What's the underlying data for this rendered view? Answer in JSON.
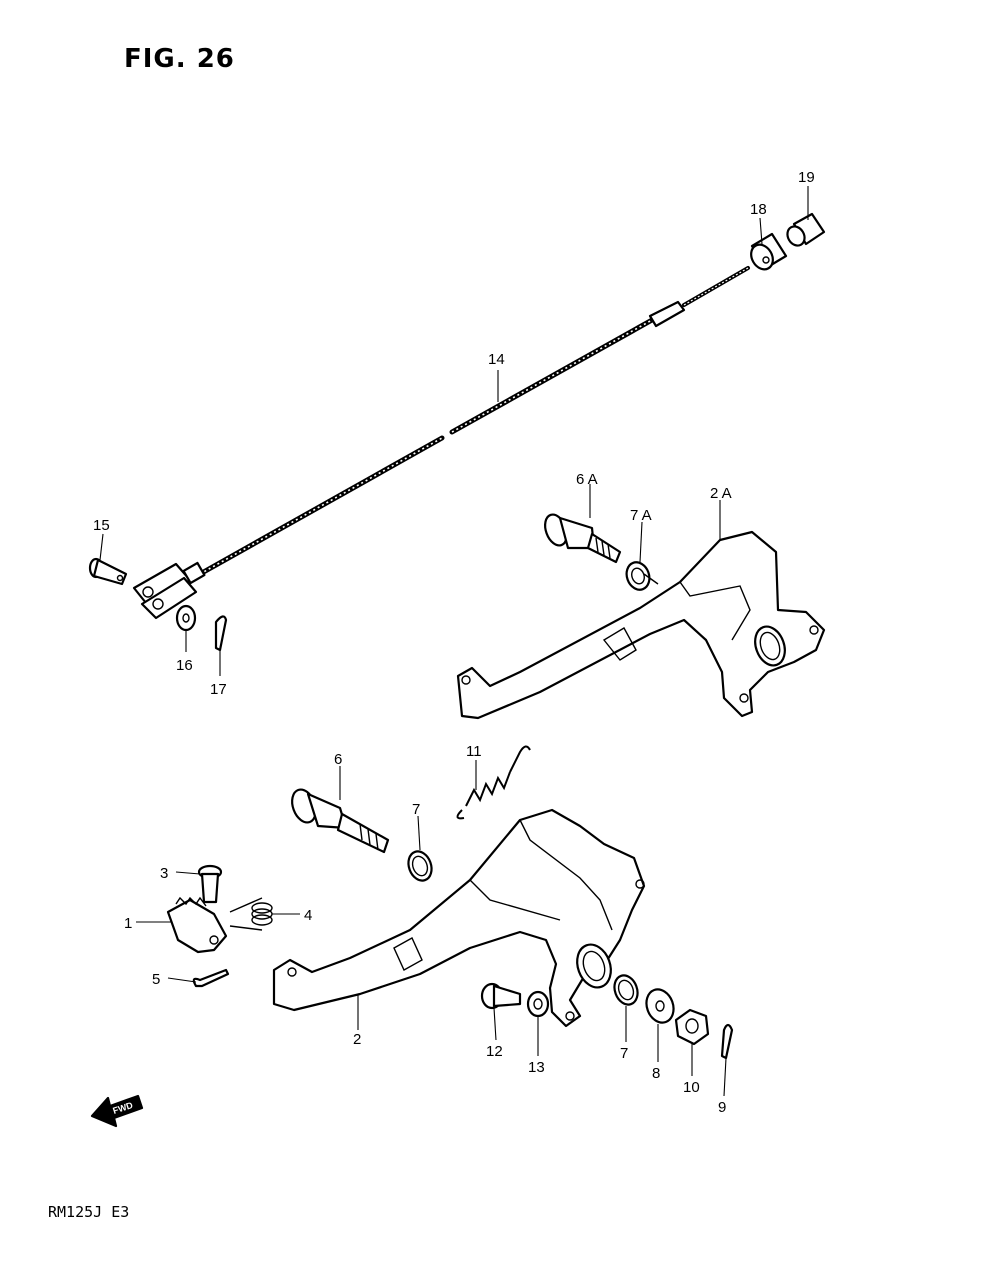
{
  "figure": {
    "title": "FIG. 26",
    "model_code": "RM125J  E3",
    "fwd_marker": "FWD"
  },
  "callouts": [
    {
      "id": "c1",
      "text": "1"
    },
    {
      "id": "c2",
      "text": "2"
    },
    {
      "id": "c2a",
      "text": "2 A"
    },
    {
      "id": "c3",
      "text": "3"
    },
    {
      "id": "c4",
      "text": "4"
    },
    {
      "id": "c5",
      "text": "5"
    },
    {
      "id": "c6",
      "text": "6"
    },
    {
      "id": "c6a",
      "text": "6 A"
    },
    {
      "id": "c7",
      "text": "7"
    },
    {
      "id": "c7b",
      "text": "7"
    },
    {
      "id": "c7a",
      "text": "7 A"
    },
    {
      "id": "c8",
      "text": "8"
    },
    {
      "id": "c9",
      "text": "9"
    },
    {
      "id": "c10",
      "text": "10"
    },
    {
      "id": "c11",
      "text": "11"
    },
    {
      "id": "c12",
      "text": "12"
    },
    {
      "id": "c13",
      "text": "13"
    },
    {
      "id": "c14",
      "text": "14"
    },
    {
      "id": "c15",
      "text": "15"
    },
    {
      "id": "c16",
      "text": "16"
    },
    {
      "id": "c17",
      "text": "17"
    },
    {
      "id": "c18",
      "text": "18"
    },
    {
      "id": "c19",
      "text": "19"
    }
  ]
}
